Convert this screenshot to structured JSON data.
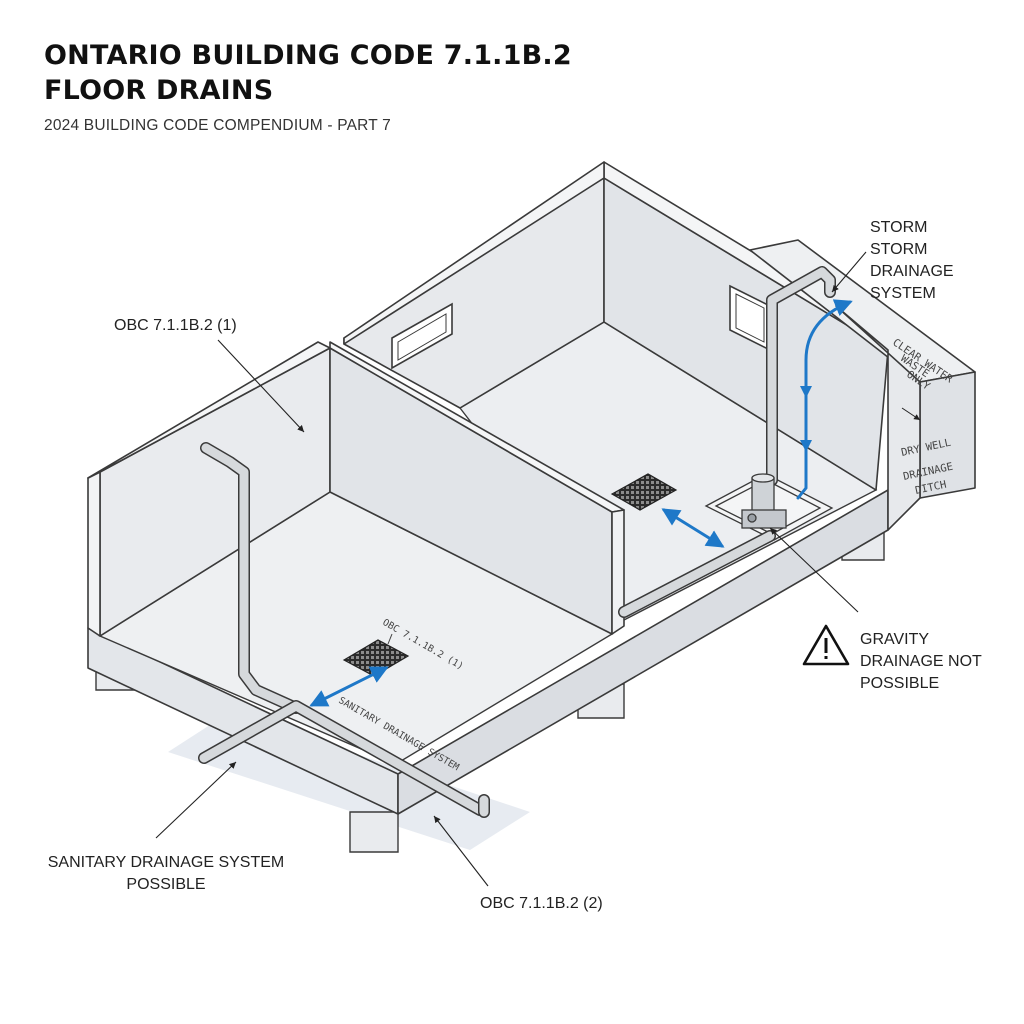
{
  "header": {
    "title_line1": "ONTARIO BUILDING CODE 7.1.1B.2",
    "title_line2": "FLOOR DRAINS",
    "subtitle": "2024 BUILDING CODE COMPENDIUM - PART 7"
  },
  "callouts": {
    "obc_1": "OBC 7.1.1B.2 (1)",
    "obc_2": "OBC 7.1.1B.2 (2)",
    "sanitary_line1": "SANITARY DRAINAGE SYSTEM",
    "sanitary_line2": "POSSIBLE",
    "storm_line1": "STORM",
    "storm_line2": "STORM",
    "storm_line3": "DRAINAGE",
    "storm_line4": "SYSTEM",
    "gravity_line1": "GRAVITY",
    "gravity_line2": "DRAINAGE NOT",
    "gravity_line3": "POSSIBLE"
  },
  "floor_text": {
    "obc_floor": "OBC 7.1.1B.2 (1)",
    "sanitary_pipe": "SANITARY DRAINAGE SYSTEM"
  },
  "wall_text": {
    "clear_water_1": "CLEAR WATER",
    "clear_water_2": "WASTE",
    "clear_water_3": "ONLY",
    "dry_well": "DRY WELL",
    "ditch_1": "DRAINAGE",
    "ditch_2": "DITCH"
  },
  "colors": {
    "concrete": "#eef0f2",
    "wall": "#e6e8eb",
    "pipe": "#d6d9dc",
    "outline": "#3a3a3a",
    "flow": "#1e78c8"
  }
}
